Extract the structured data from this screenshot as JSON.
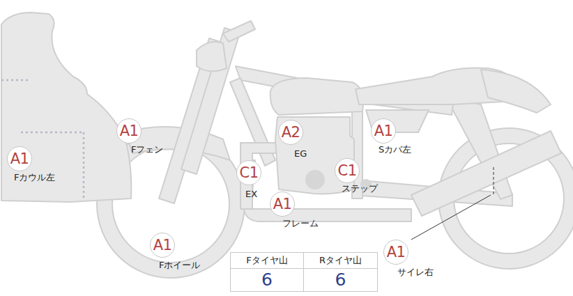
{
  "diagram": {
    "nodes": [
      {
        "text": [
          "A1",
          "Fカウル左"
        ]
      },
      {
        "text": [
          "A1",
          "Fフェン"
        ]
      },
      {
        "text": [
          "A2",
          "EG"
        ]
      },
      {
        "text": [
          "A1",
          "Sカバ左"
        ]
      },
      {
        "text": [
          "C1",
          "EX"
        ]
      },
      {
        "text": [
          "C1",
          "ステップ"
        ]
      },
      {
        "text": [
          "A1",
          "フレーム"
        ]
      },
      {
        "text": [
          "A1",
          "Fホイール"
        ]
      },
      {
        "text": [
          "A1",
          "サイレ右"
        ]
      }
    ],
    "labels": [
      "Fタイヤ山",
      "Rタイヤ山",
      "6",
      "6"
    ]
  }
}
